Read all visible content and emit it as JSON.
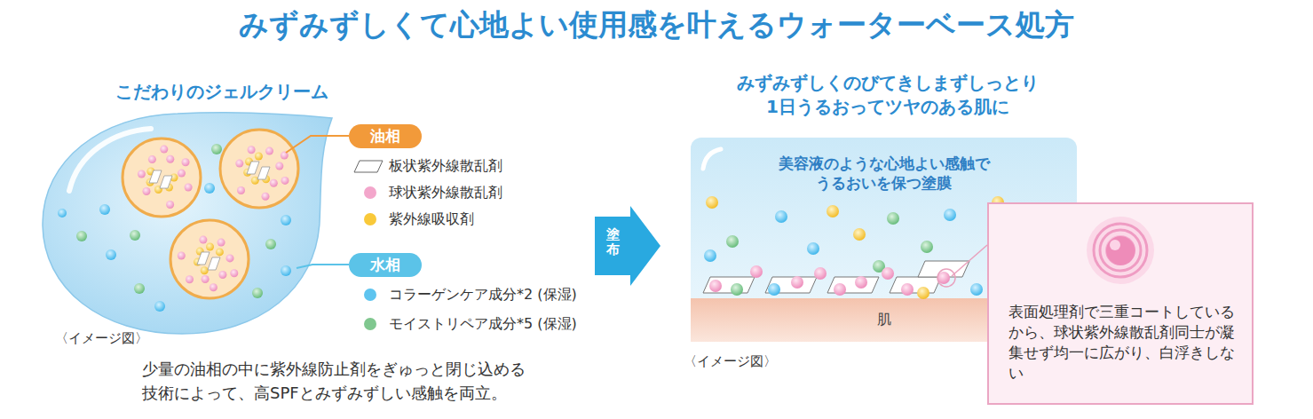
{
  "diagram": {
    "title": "みずみずしくて心地よい使用感を叶えるウォーターベース処方",
    "nodes": [
      {
        "text": [
          "油相"
        ]
      },
      {
        "text": [
          "水相"
        ]
      },
      {
        "text": [
          "塗布"
        ]
      },
      {
        "text": [
          "美容液のような心地よい感触で うるおいを保つ塗膜"
        ]
      },
      {
        "text": [
          "肌"
        ],
        "in": 3
      },
      {
        "text": [
          "表面処理剤で三重コートしているから、球状紫外線散乱剤同士が凝集せず均一に広がり、白浮きしない"
        ]
      }
    ],
    "labels": [
      "こだわりのジェルクリーム",
      "〈イメージ図〉",
      "少量の油相の中に紫外線防止剤をぎゅっと閉じ込める 技術によって、高SPFとみずみずしい感触を両立。",
      "みずみずしくのびてきしまずしっとり 1日うるおってツヤのある肌に",
      "〈イメージ図〉"
    ],
    "legend": [
      {
        "text": "板状紫外線散乱剤"
      },
      {
        "text": "球状紫外線散乱剤",
        "color": "#f3a6cb"
      },
      {
        "text": "紫外線吸収剤",
        "color": "#f9c93a"
      },
      {
        "text": "コラーゲンケア成分*2 (保湿)",
        "color": "#5ec4ef"
      },
      {
        "text": "モイストリペア成分*5 (保湿)",
        "color": "#80c78f"
      }
    ]
  }
}
